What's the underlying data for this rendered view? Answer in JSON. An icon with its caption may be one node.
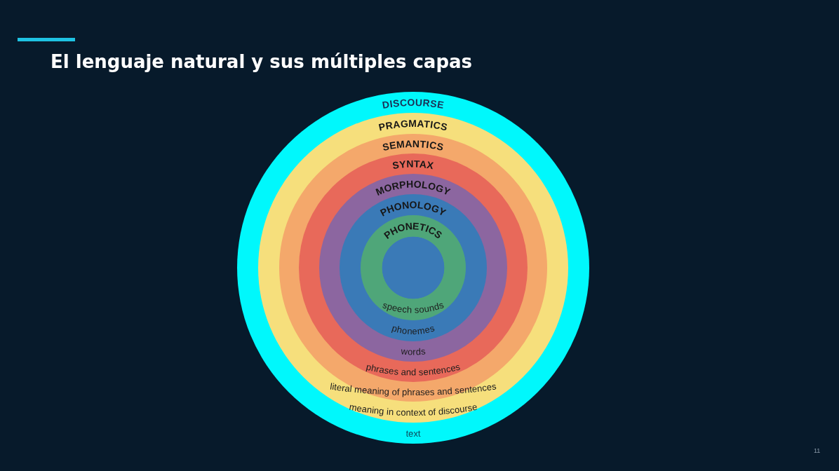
{
  "diagram": {
    "title": "El lenguaje natural y sus múltiples capas",
    "nodes": [
      {
        "text": [
          "DISCOURSE",
          "text"
        ]
      },
      {
        "text": [
          "PRAGMATICS",
          "meaning in context of discourse"
        ],
        "in": 0
      },
      {
        "text": [
          "SEMANTICS",
          "literal meaning of phrases and sentences"
        ],
        "in": 1
      },
      {
        "text": [
          "SYNTAX",
          "phrases and sentences"
        ],
        "in": 2
      },
      {
        "text": [
          "MORPHOLOGY",
          "words"
        ],
        "in": 3
      },
      {
        "text": [
          "PHONOLOGY",
          "phonemes"
        ],
        "in": 4
      },
      {
        "text": [
          "PHONETICS",
          "speech sounds"
        ],
        "in": 5
      }
    ],
    "labels": [
      "11"
    ]
  }
}
